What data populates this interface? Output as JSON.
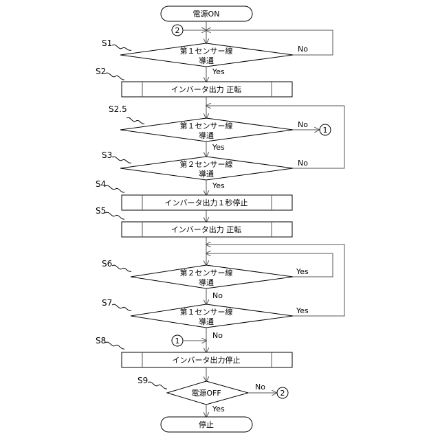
{
  "flowchart": {
    "terminals": {
      "start": "電源ON",
      "end": "停止"
    },
    "steps": {
      "s1": "S1",
      "s2": "S2",
      "s2_5": "S2.5",
      "s3": "S3",
      "s4": "S4",
      "s5": "S5",
      "s6": "S6",
      "s7": "S7",
      "s8": "S8",
      "s9": "S9"
    },
    "decisions": {
      "s1": [
        "第１センサー線",
        "導通"
      ],
      "s2_5": [
        "第１センサー線",
        "導通"
      ],
      "s3": [
        "第２センサー線",
        "導通"
      ],
      "s6": [
        "第２センサー線",
        "導通"
      ],
      "s7": [
        "第１センサー線",
        "導通"
      ],
      "s9": "電源OFF"
    },
    "processes": {
      "s2": "インバータ出力 正転",
      "s4": "インバータ出力１秒停止",
      "s5": "インバータ出力 正転",
      "s8": "インバータ出力停止"
    },
    "connectors": {
      "one": "1",
      "two": "2"
    },
    "branch_labels": {
      "yes": "Yes",
      "no": "No"
    }
  }
}
